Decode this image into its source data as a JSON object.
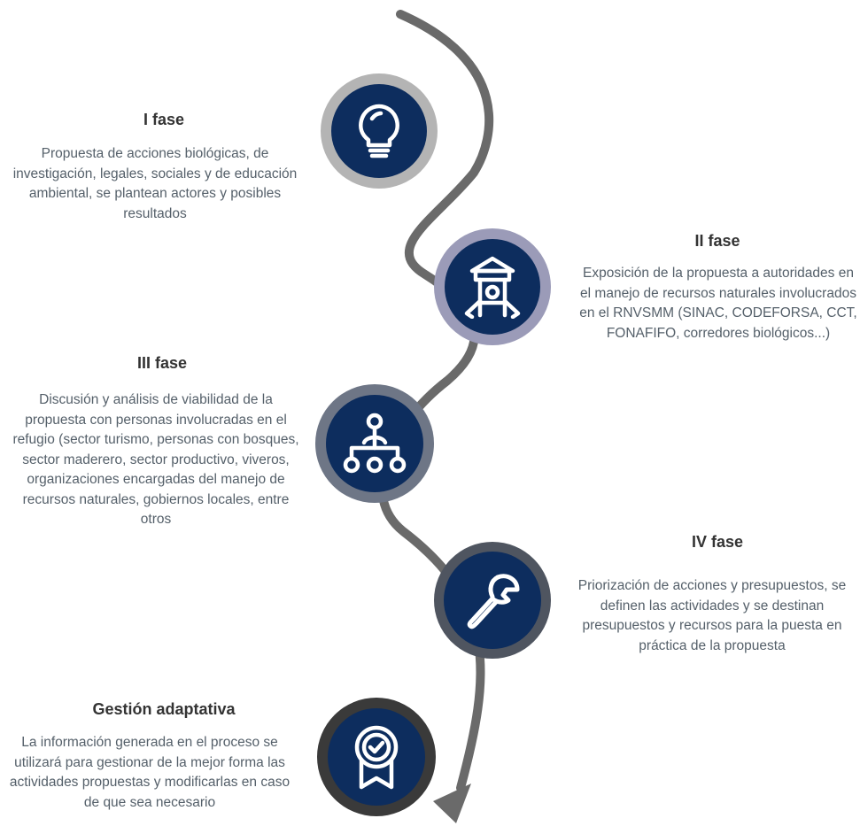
{
  "colors": {
    "path": "#6a6a6a",
    "icon_fill": "#0d2d5e",
    "title": "#333333",
    "text": "#55606a"
  },
  "phases": [
    {
      "title": "I fase",
      "description": "Propuesta de acciones biológicas, de investigación, legales, sociales y de educación ambiental, se plantean actores y posibles resultados",
      "icon": "lightbulb-icon",
      "ring_color": "#b4b4b4"
    },
    {
      "title": "II fase",
      "description": "Exposición de la propuesta a autoridades en el manejo de recursos naturales involucrados en el RNVSMM (SINAC, CODEFORSA, CCT, FONAFIFO, corredores biológicos...)",
      "icon": "watchtower-icon",
      "ring_color": "#9b9bb8"
    },
    {
      "title": "III fase",
      "description": "Discusión y  análisis de viabilidad de la propuesta con personas involucradas en el refugio (sector turismo, personas con bosques, sector maderero, sector productivo, viveros, organizaciones encargadas del manejo de recursos naturales, gobiernos locales, entre otros",
      "icon": "hierarchy-icon",
      "ring_color": "#6e7686"
    },
    {
      "title": "IV fase",
      "description": "Priorización de acciones y presupuestos, se definen las actividades y se destinan presupuestos y recursos para la puesta en práctica de la propuesta",
      "icon": "wrench-icon",
      "ring_color": "#4f5560"
    },
    {
      "title": "Gestión adaptativa",
      "description": "La información generada en el proceso se utilizará para gestionar de la mejor forma las actividades propuestas y modificarlas en caso de que sea necesario",
      "icon": "award-badge-icon",
      "ring_color": "#3a3a3a"
    }
  ]
}
